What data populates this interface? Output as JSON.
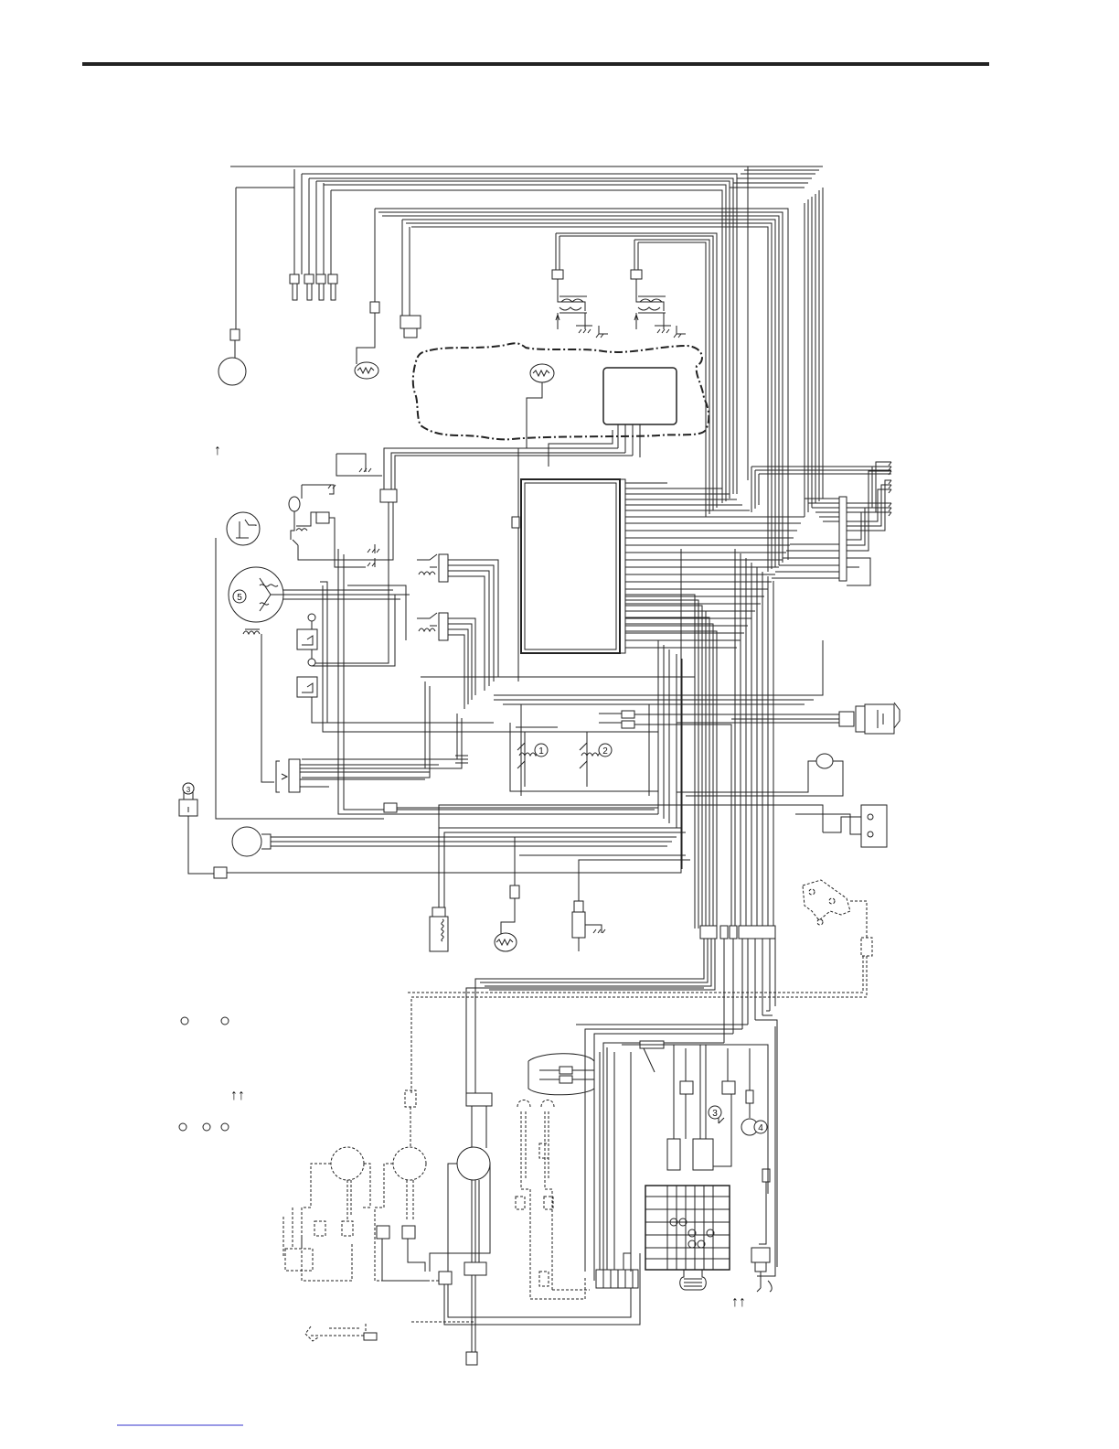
{
  "page": {
    "bottom_link": "",
    "marks": {
      "up_arrow_single": "↑",
      "up_arrow_double": "↑↑",
      "up_arrow_double_2": "↑↑"
    }
  },
  "components": {
    "pump_motor_label": "5",
    "relay_1_label": "1",
    "relay_2_label": "2",
    "relay_3_label": "3",
    "fuse_4_label": "4",
    "indicator_3": "3",
    "legend_a": "",
    "legend_b": ""
  },
  "colors": {
    "line": "#222222",
    "background": "#ffffff"
  }
}
